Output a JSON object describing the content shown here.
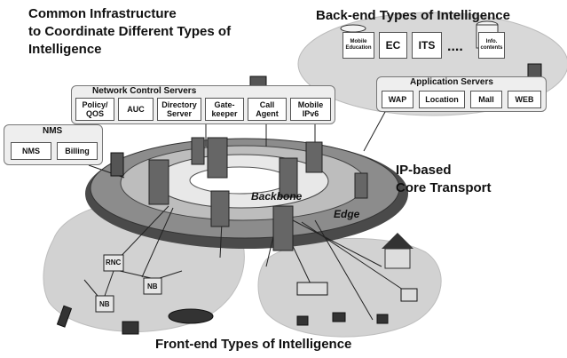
{
  "titles": {
    "common_infra_1": "Common Infrastructure",
    "common_infra_2": "to Coordinate Different Types of",
    "common_infra_3": "Intelligence",
    "backend": "Back-end Types of Intelligence",
    "ip_core_1": "IP-based",
    "ip_core_2": "Core Transport",
    "frontend": "Front-end Types of Intelligence"
  },
  "ring_labels": {
    "backbone": "Backbone",
    "edge": "Edge"
  },
  "network_control": {
    "title": "Network Control Servers",
    "items": [
      "Policy/ QOS",
      "AUC",
      "Directory Server",
      "Gate- keeper",
      "Call Agent",
      "Mobile IPv6"
    ]
  },
  "nms": {
    "title": "NMS",
    "items": [
      "NMS",
      "Billing"
    ]
  },
  "application_servers": {
    "title": "Application Servers",
    "items": [
      "WAP",
      "Location",
      "Mall",
      "WEB"
    ]
  },
  "backend_items": {
    "left": "Mobile Education",
    "ec": "EC",
    "its": "ITS",
    "dots": "....",
    "right": "Info. contents"
  },
  "access": {
    "rnc": "RNC",
    "nb1": "NB",
    "nb2": "NB"
  }
}
